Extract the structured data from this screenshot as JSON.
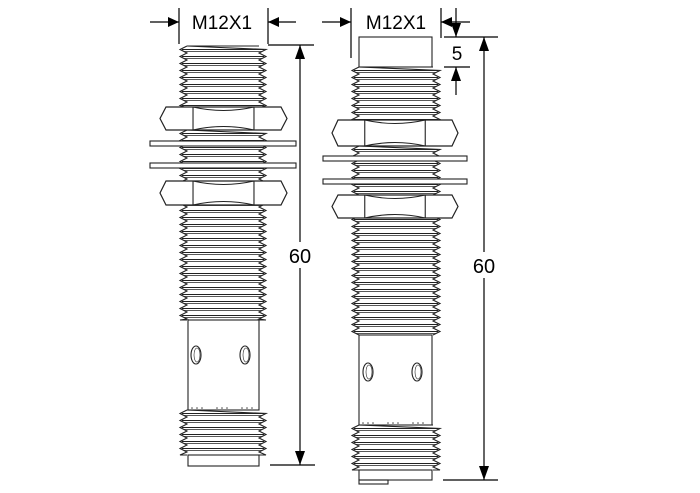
{
  "sensors": [
    {
      "thread_label": "M12X1",
      "length_label": "60",
      "variant": "flush"
    },
    {
      "thread_label": "M12X1",
      "length_label": "60",
      "protrusion_label": "5",
      "variant": "non-flush"
    }
  ],
  "colors": {
    "line": "#000000",
    "background": "#ffffff"
  }
}
